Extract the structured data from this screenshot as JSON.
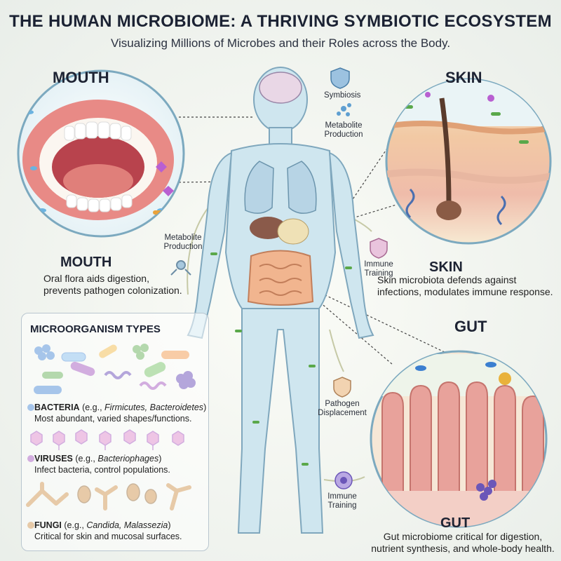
{
  "title": "THE HUMAN MICROBIOME: A THRIVING SYMBIOTIC ECOSYSTEM",
  "subtitle": "Visualizing Millions of Microbes and their Roles across the Body.",
  "mouth": {
    "heading": "MOUTH",
    "label": "MOUTH",
    "desc_line1": "Oral flora aids digestion,",
    "desc_line2": "prevents pathogen colonization."
  },
  "skin": {
    "heading": "SKIN",
    "label": "SKIN",
    "desc_line1": "Skin microbiota defends against",
    "desc_line2": "infections, modulates immune response."
  },
  "gut": {
    "heading": "GUT",
    "label": "GUT",
    "desc_line1": "Gut microbiome critical for digestion,",
    "desc_line2": "nutrient synthesis, and whole-body health."
  },
  "tags": {
    "symbiosis": "Symbiosis",
    "metabolite_top_1": "Metabolite",
    "metabolite_top_2": "Production",
    "metabolite_left_1": "Metabolite",
    "metabolite_left_2": "Production",
    "immune_right_1": "Immune",
    "immune_right_2": "Training",
    "pathogen_1": "Pathogen",
    "pathogen_2": "Displacement",
    "immune_bottom_1": "Immune",
    "immune_bottom_2": "Training"
  },
  "panel": {
    "title": "MICROORGANISM TYPES",
    "bacteria": {
      "name": "BACTERIA",
      "paren_open": " (e.g., ",
      "examples": "Firmicutes, Bacteroidetes",
      "paren_close": ")",
      "desc": "Most abundant, varied shapes/functions."
    },
    "viruses": {
      "name": "VIRUSES",
      "paren_open": " (e.g., ",
      "examples": "Bacteriophages",
      "paren_close": ")",
      "desc": "Infect bacteria, control populations."
    },
    "fungi": {
      "name": "FUNGI",
      "paren_open": " (e.g., ",
      "examples": "Candida, Malassezia",
      "paren_close": ")",
      "desc": "Critical for skin and mucosal surfaces."
    }
  },
  "colors": {
    "body_fill": "#cfe6ef",
    "body_stroke": "#7fa7bd",
    "gut_pink": "#e8a29b",
    "virus_purple": "#9b4bb8",
    "fungi_brown": "#c98a3e",
    "bacteria_blue": "#3b7fd0",
    "bacteria_green": "#5aa84a"
  },
  "icons": [
    "shield-icon",
    "microbe-cluster-icon",
    "bacteriophage-icon",
    "immune-cell-icon"
  ]
}
